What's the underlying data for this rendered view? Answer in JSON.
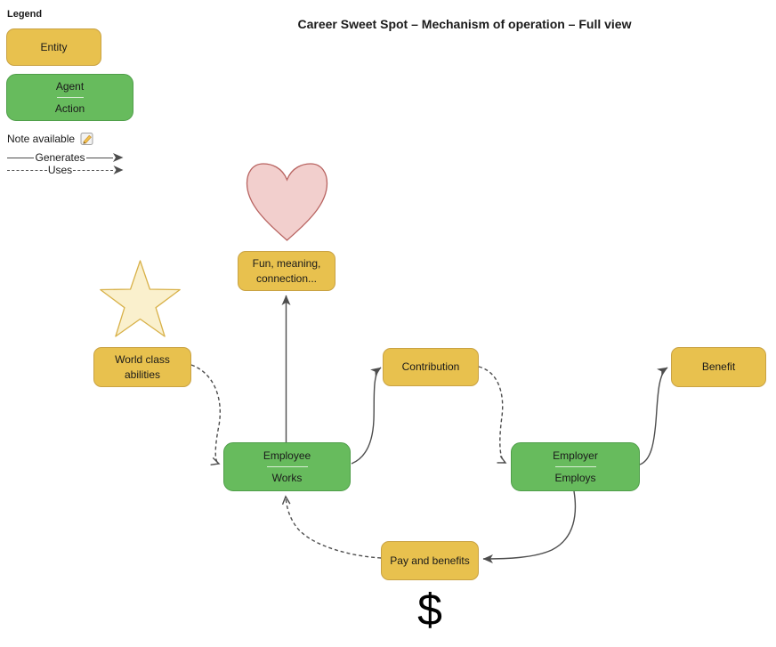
{
  "title": "Career Sweet Spot – Mechanism of operation – Full view",
  "legend": {
    "heading": "Legend",
    "entity": "Entity",
    "agent": "Agent",
    "action": "Action",
    "note": "Note available",
    "note_icon": "memo-pencil-icon",
    "generates": "Generates",
    "uses": "Uses"
  },
  "nodes": {
    "fun": {
      "line1": "Fun, meaning,",
      "line2": "connection..."
    },
    "world": {
      "line1": "World class",
      "line2": "abilities"
    },
    "contribution": {
      "label": "Contribution"
    },
    "benefit": {
      "label": "Benefit"
    },
    "employee": {
      "agent": "Employee",
      "action": "Works"
    },
    "employer": {
      "agent": "Employer",
      "action": "Employs"
    },
    "pay": {
      "label": "Pay and benefits"
    },
    "dollar": "$"
  },
  "decorations": {
    "heart": "heart-shape",
    "star": "star-shape"
  },
  "edges": [
    {
      "from": "world-class-abilities",
      "to": "employee-works",
      "type": "uses"
    },
    {
      "from": "employee-works",
      "to": "fun-meaning-connection",
      "type": "generates"
    },
    {
      "from": "employee-works",
      "to": "contribution",
      "type": "generates"
    },
    {
      "from": "contribution",
      "to": "employer-employs",
      "type": "uses"
    },
    {
      "from": "employer-employs",
      "to": "benefit",
      "type": "generates"
    },
    {
      "from": "employer-employs",
      "to": "pay-and-benefits",
      "type": "generates"
    },
    {
      "from": "pay-and-benefits",
      "to": "employee-works",
      "type": "uses"
    }
  ],
  "colors": {
    "entity_fill": "#e8c14e",
    "entity_stroke": "#c9a243",
    "agent_fill": "#67bb5d",
    "agent_stroke": "#4f9e49",
    "heart_fill": "#f2cfcd",
    "heart_stroke": "#b86360",
    "star_fill": "#faf0cd",
    "star_stroke": "#d8b149",
    "arrow": "#4d4d4d"
  }
}
